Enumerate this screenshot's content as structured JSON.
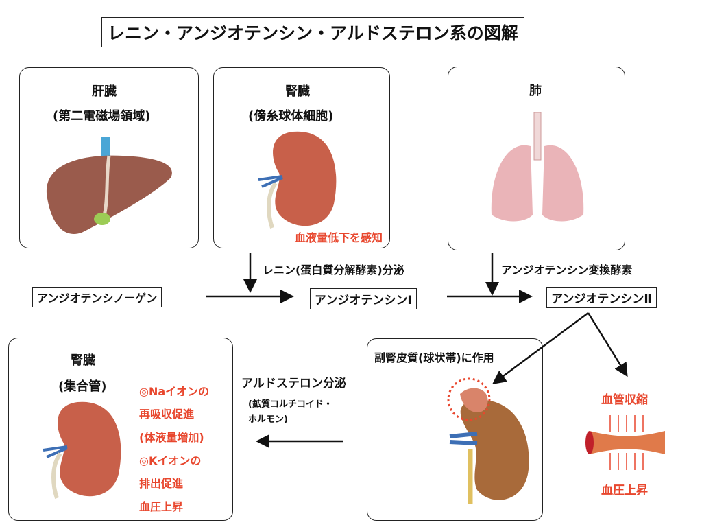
{
  "title": "レニン・アンジオテンシン・アルドステロン系の図解",
  "liver": {
    "name": "肝臓",
    "region": "(第二電磁場領域)"
  },
  "kidney": {
    "name": "腎臓",
    "cells": "(傍糸球体細胞)",
    "sense": "血液量低下を感知"
  },
  "lung": {
    "name": "肺"
  },
  "renin_label": "レニン(蛋白質分解酵素)分泌",
  "ace_label": "アンジオテンシン変換酵素",
  "angiotensinogen": "アンジオテンシノーゲン",
  "angiotensin1": "アンジオテンシンⅠ",
  "angiotensin2": "アンジオテンシンⅡ",
  "kidney2": {
    "name": "腎臓",
    "part": "(集合管)",
    "effects": [
      "◎Naイオンの",
      "再吸収促進",
      "(体液量増加)",
      "◎Kイオンの",
      "排出促進",
      "血圧上昇"
    ]
  },
  "aldosterone": {
    "label": "アルドステロン分泌",
    "sub1": "(鉱質コルチコイド・",
    "sub2": "ホルモン)"
  },
  "adrenal": {
    "label": "副腎皮質(球状帯)に作用"
  },
  "vessel": {
    "constrict": "血管収縮",
    "bp": "血圧上昇"
  },
  "colors": {
    "red": "#e8472e"
  }
}
